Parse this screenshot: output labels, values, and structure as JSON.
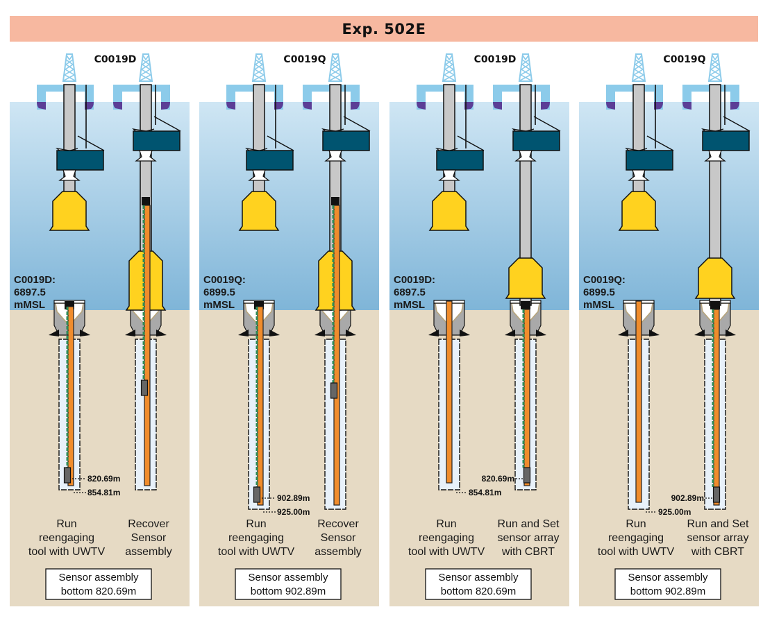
{
  "header": {
    "title": "Exp. 502E"
  },
  "colors": {
    "header": "#F7B8A0",
    "water_top": "#CFE6F4",
    "water_bottom": "#7FB5D8",
    "seafloor": "#E6DAC4",
    "derrick": "#8CCBEA",
    "hull": "#5B3E96",
    "pipe": "#C8C8C8",
    "ror": "#005470",
    "funnel": "#FFD21F",
    "casing": "#E8F1FA",
    "sensor": "#F08C2C",
    "cable": "#2E8B57"
  },
  "panels": [
    {
      "site": "C0019D",
      "elevation": [
        "C0019D:",
        "6897.5",
        "mMSL"
      ],
      "wells": [
        {
          "state": "run_reengage",
          "caption": [
            "Run",
            "reengaging",
            "tool with UWTV"
          ],
          "depths": [
            "820.69m",
            "854.81m"
          ]
        },
        {
          "state": "recover",
          "caption": [
            "Recover",
            "Sensor",
            "assembly"
          ],
          "depths": []
        }
      ],
      "box": [
        "Sensor assembly",
        "bottom 820.69m"
      ]
    },
    {
      "site": "C0019Q",
      "elevation": [
        "C0019Q:",
        "6899.5",
        "mMSL"
      ],
      "wells": [
        {
          "state": "run_reengage",
          "caption": [
            "Run",
            "reengaging",
            "tool with UWTV"
          ],
          "depths": [
            "902.89m",
            "925.00m"
          ]
        },
        {
          "state": "recover",
          "caption": [
            "Recover",
            "Sensor",
            "assembly"
          ],
          "depths": []
        }
      ],
      "box": [
        "Sensor assembly",
        "bottom 902.89m"
      ]
    },
    {
      "site": "C0019D",
      "elevation": [
        "C0019D:",
        "6897.5",
        "mMSL"
      ],
      "wells": [
        {
          "state": "run_empty",
          "caption": [
            "Run",
            "reengaging",
            "tool with UWTV"
          ],
          "depths": [
            "854.81m"
          ]
        },
        {
          "state": "run_set",
          "caption": [
            "Run and Set",
            "sensor array",
            "with CBRT"
          ],
          "depths": [
            "820.69m"
          ]
        }
      ],
      "box": [
        "Sensor assembly",
        "bottom 820.69m"
      ]
    },
    {
      "site": "C0019Q",
      "elevation": [
        "C0019Q:",
        "6899.5",
        "mMSL"
      ],
      "wells": [
        {
          "state": "run_empty",
          "caption": [
            "Run",
            "reengaging",
            "tool with UWTV"
          ],
          "depths": [
            "925.00m"
          ]
        },
        {
          "state": "run_set",
          "caption": [
            "Run and Set",
            "sensor array",
            "with CBRT"
          ],
          "depths": [
            "902.89m"
          ]
        }
      ],
      "box": [
        "Sensor assembly",
        "bottom 902.89m"
      ]
    }
  ]
}
